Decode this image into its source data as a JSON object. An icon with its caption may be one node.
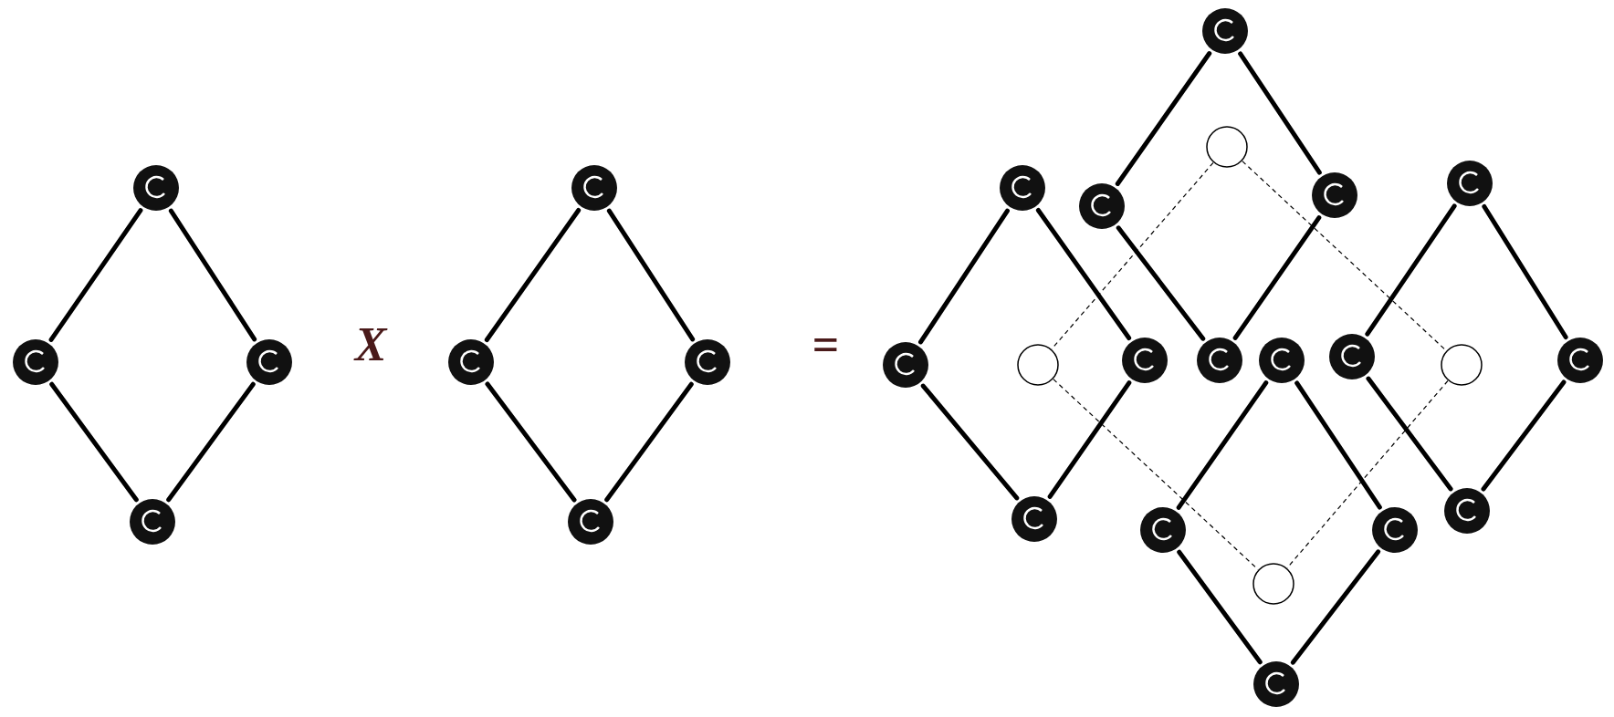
{
  "diagram": {
    "nodes": [
      {
        "text": [],
        "shape": "dot"
      },
      {
        "text": [],
        "shape": "dot"
      },
      {
        "text": [],
        "shape": "dot"
      },
      {
        "text": [],
        "shape": "dot"
      },
      {
        "text": [],
        "shape": "dot"
      },
      {
        "text": [],
        "shape": "dot"
      },
      {
        "text": [],
        "shape": "dot"
      },
      {
        "text": [],
        "shape": "dot"
      },
      {
        "text": [],
        "shape": "dot"
      },
      {
        "text": [],
        "shape": "dot"
      },
      {
        "text": [],
        "shape": "dot"
      },
      {
        "text": [],
        "shape": "dot"
      },
      {
        "text": [],
        "shape": "dot"
      },
      {
        "text": [],
        "shape": "dot"
      },
      {
        "text": [],
        "shape": "dot"
      },
      {
        "text": [],
        "shape": "dot"
      },
      {
        "text": [],
        "shape": "dot"
      },
      {
        "text": [],
        "shape": "dot"
      },
      {
        "text": [],
        "shape": "dot"
      },
      {
        "text": [],
        "shape": "dot"
      },
      {
        "text": [],
        "shape": "dot"
      },
      {
        "text": [],
        "shape": "dot"
      },
      {
        "text": [],
        "shape": "dot"
      },
      {
        "text": [],
        "shape": "dot"
      },
      {
        "text": [],
        "shape": "circle"
      },
      {
        "text": [],
        "shape": "circle"
      },
      {
        "text": [],
        "shape": "circle"
      },
      {
        "text": [],
        "shape": "circle"
      }
    ],
    "edges": [
      {
        "from": 0,
        "to": 1,
        "arrow": "none"
      },
      {
        "from": 0,
        "to": 2,
        "arrow": "none"
      },
      {
        "from": 1,
        "to": 3,
        "arrow": "none"
      },
      {
        "from": 2,
        "to": 3,
        "arrow": "none"
      },
      {
        "from": 4,
        "to": 5,
        "arrow": "none"
      },
      {
        "from": 4,
        "to": 6,
        "arrow": "none"
      },
      {
        "from": 5,
        "to": 7,
        "arrow": "none"
      },
      {
        "from": 6,
        "to": 7,
        "arrow": "none"
      },
      {
        "from": 8,
        "to": 10,
        "arrow": "none"
      },
      {
        "from": 8,
        "to": 11,
        "arrow": "none"
      },
      {
        "from": 10,
        "to": 15,
        "arrow": "none"
      },
      {
        "from": 11,
        "to": 15,
        "arrow": "none"
      },
      {
        "from": 9,
        "to": 13,
        "arrow": "none"
      },
      {
        "from": 9,
        "to": 14,
        "arrow": "none"
      },
      {
        "from": 13,
        "to": 19,
        "arrow": "none"
      },
      {
        "from": 14,
        "to": 19,
        "arrow": "none"
      },
      {
        "from": 12,
        "to": 17,
        "arrow": "none"
      },
      {
        "from": 12,
        "to": 18,
        "arrow": "none"
      },
      {
        "from": 17,
        "to": 22,
        "arrow": "none"
      },
      {
        "from": 18,
        "to": 22,
        "arrow": "none"
      },
      {
        "from": 16,
        "to": 20,
        "arrow": "none"
      },
      {
        "from": 16,
        "to": 21,
        "arrow": "none"
      },
      {
        "from": 20,
        "to": 23,
        "arrow": "none"
      },
      {
        "from": 21,
        "to": 23,
        "arrow": "none"
      },
      {
        "from": 24,
        "to": 25,
        "arrow": "none",
        "style": "dashed"
      },
      {
        "from": 24,
        "to": 26,
        "arrow": "none",
        "style": "dashed"
      },
      {
        "from": 25,
        "to": 27,
        "arrow": "none",
        "style": "dashed"
      },
      {
        "from": 26,
        "to": 27,
        "arrow": "none",
        "style": "dashed"
      }
    ],
    "labels": [
      "X",
      "="
    ]
  }
}
